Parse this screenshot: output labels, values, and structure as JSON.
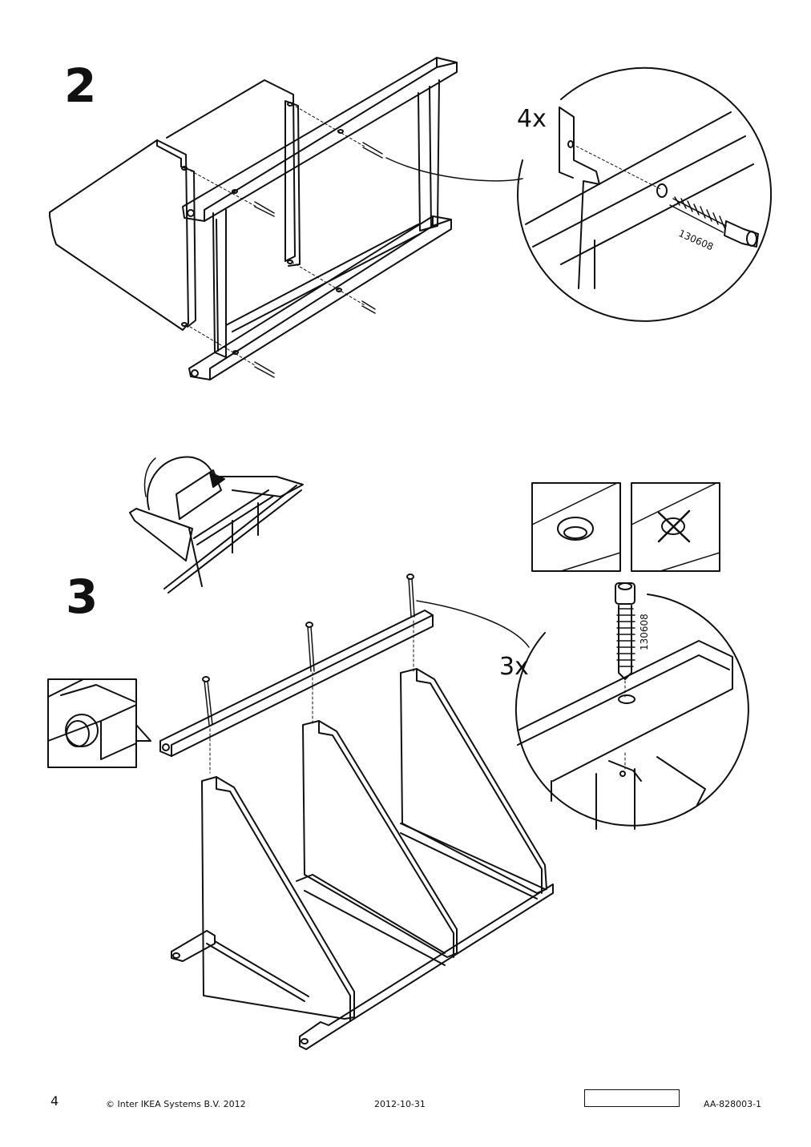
{
  "steps": [
    {
      "number": "2",
      "quantity": "4x",
      "part_number": "130608"
    },
    {
      "number": "3",
      "quantity": "3x",
      "part_number": "130608"
    }
  ],
  "footer": {
    "page": "4",
    "copyright": "© Inter IKEA Systems B.V. 2012",
    "date": "2012-10-31",
    "doc_id": "AA-828003-1"
  }
}
